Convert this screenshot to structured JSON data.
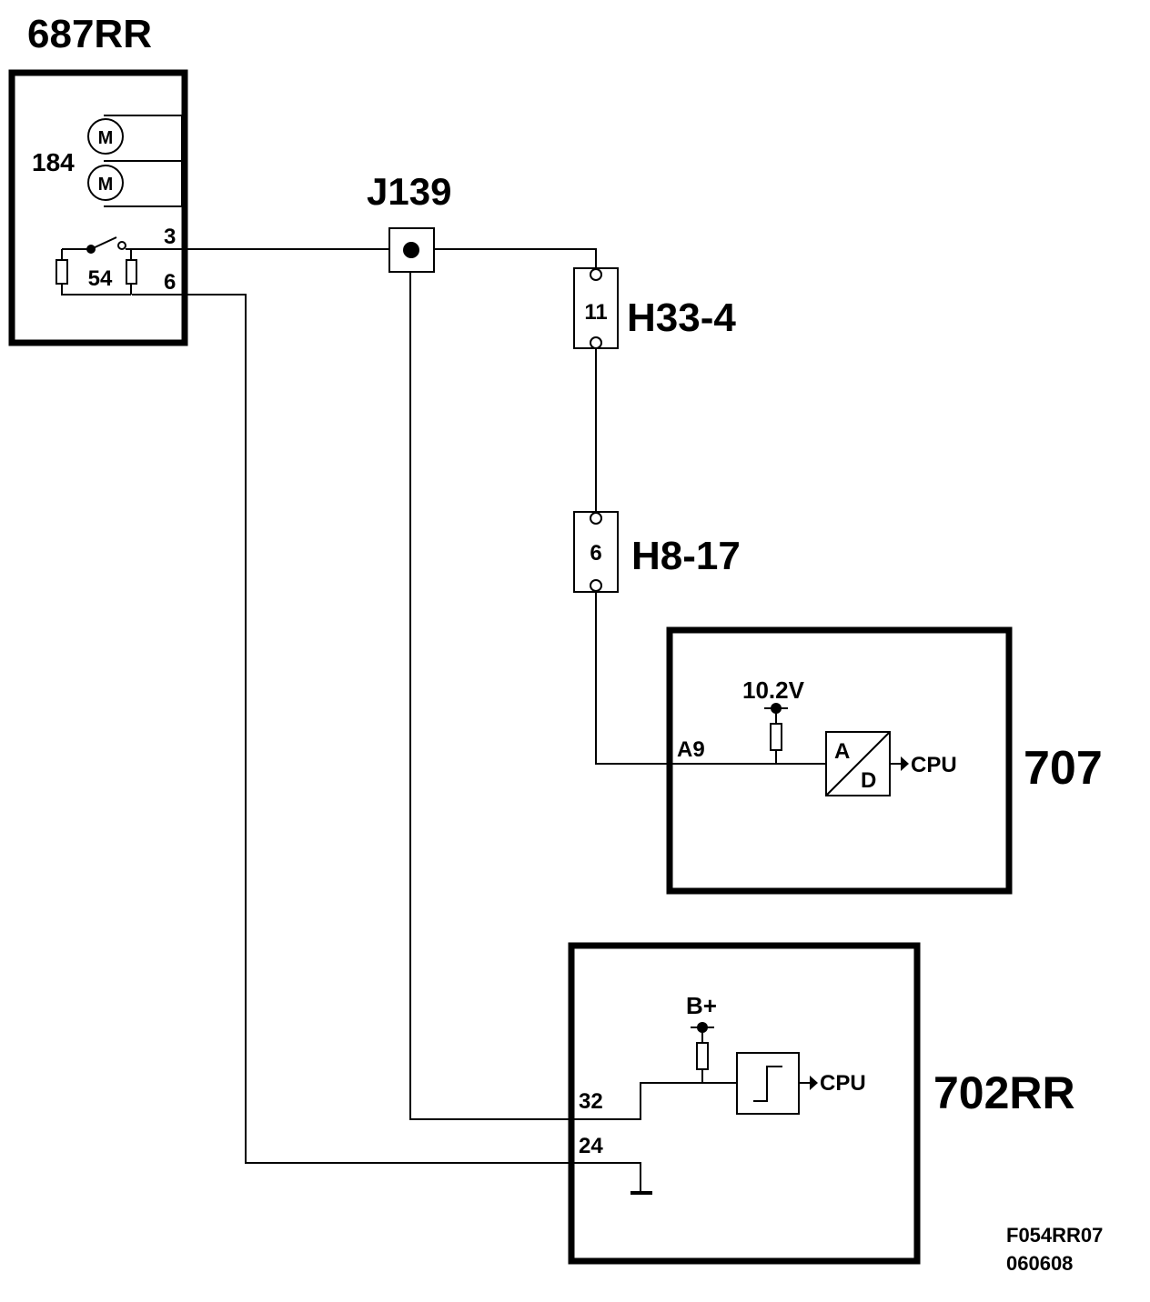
{
  "components": {
    "unit_687": {
      "label": "687RR",
      "motor_label": "184",
      "motor_symbol": "M",
      "switch_label": "54",
      "pin_a": "3",
      "pin_b": "6"
    },
    "junction": {
      "label": "J139"
    },
    "connector_h33": {
      "label": "H33-4",
      "pin": "11"
    },
    "connector_h8": {
      "label": "H8-17",
      "pin": "6"
    },
    "unit_707": {
      "label": "707",
      "pin": "A9",
      "supply": "10.2V",
      "adc_a": "A",
      "adc_d": "D",
      "output": "CPU"
    },
    "unit_702": {
      "label": "702RR",
      "pin_a": "32",
      "pin_b": "24",
      "supply": "B+",
      "output": "CPU"
    }
  },
  "footer": {
    "code": "F054RR07",
    "date": "060608"
  }
}
